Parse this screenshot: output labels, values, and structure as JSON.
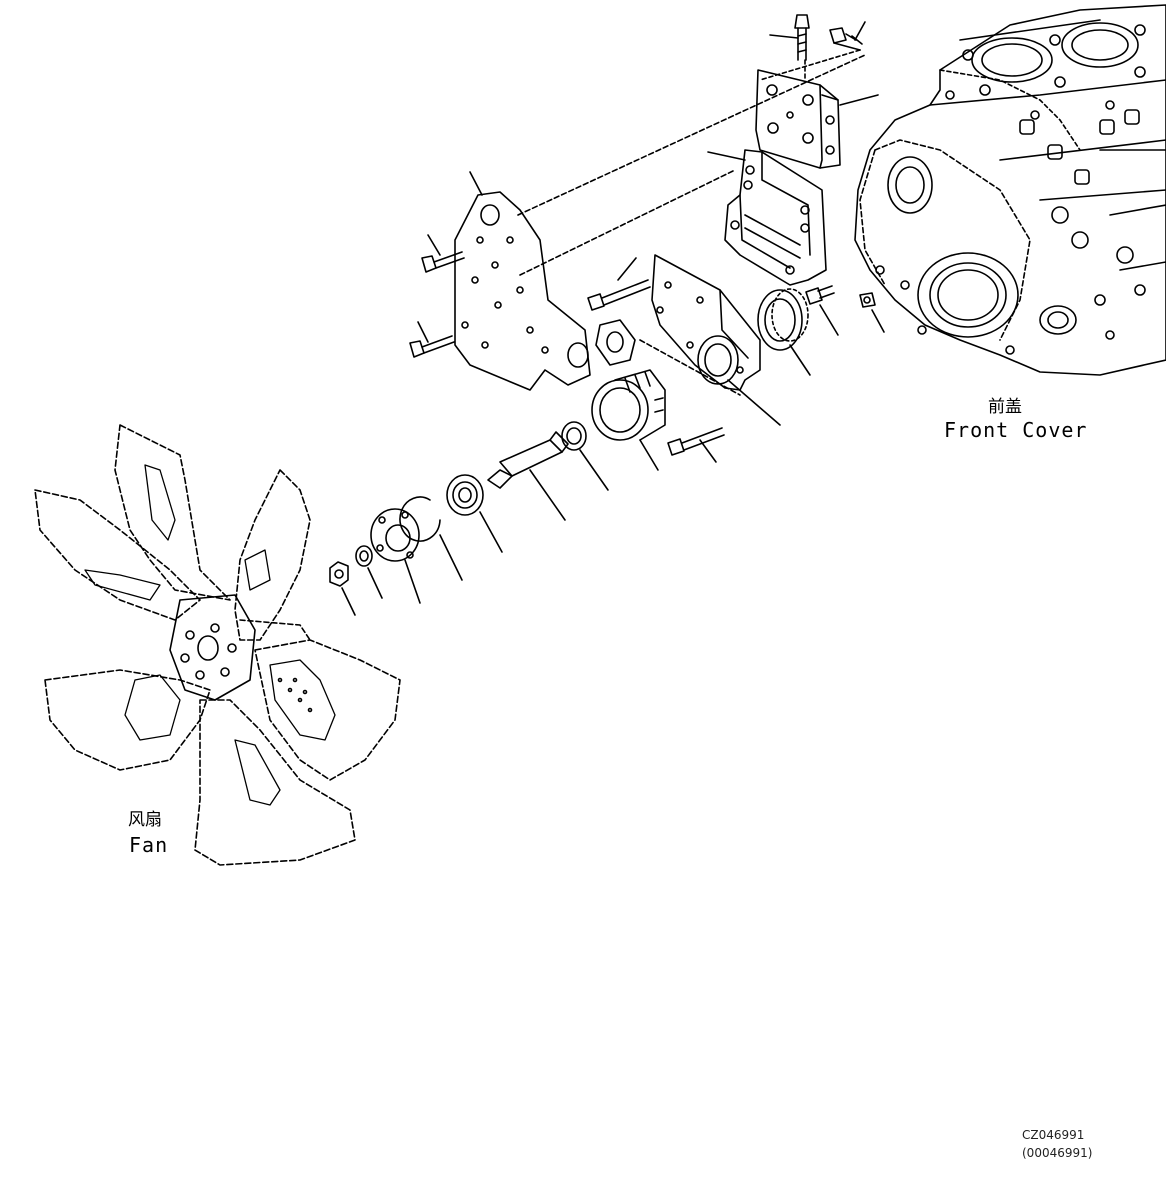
{
  "labels": {
    "front_cover_cn": "前盖",
    "front_cover_en": "Front Cover",
    "fan_cn": "风扇",
    "fan_en": "Fan"
  },
  "drawing_code": {
    "code": "CZ046991",
    "number": "(00046991)"
  }
}
